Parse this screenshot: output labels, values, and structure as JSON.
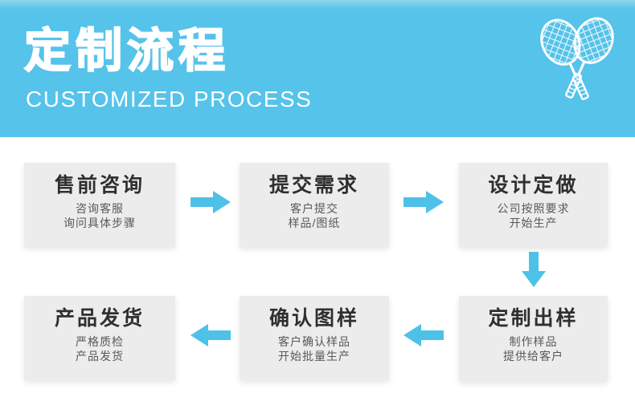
{
  "header": {
    "title": "定制流程",
    "subtitle": "CUSTOMIZED PROCESS",
    "background_color": "#55c3ea",
    "text_color": "#ffffff",
    "icon": "badminton-rackets-icon"
  },
  "flow": {
    "box_background": "#ececec",
    "arrow_color": "#4ec1e8",
    "title_color": "#2f2f2f",
    "subtitle_color": "#595959",
    "steps": [
      {
        "title": "售前咨询",
        "lines": [
          "咨询客服",
          "询问具体步骤"
        ]
      },
      {
        "title": "提交需求",
        "lines": [
          "客户提交",
          "样品/图纸"
        ]
      },
      {
        "title": "设计定做",
        "lines": [
          "公司按照要求",
          "开始生产"
        ]
      },
      {
        "title": "定制出样",
        "lines": [
          "制作样品",
          "提供给客户"
        ]
      },
      {
        "title": "确认图样",
        "lines": [
          "客户确认样品",
          "开始批量生产"
        ]
      },
      {
        "title": "产品发货",
        "lines": [
          "严格质检",
          "产品发货"
        ]
      }
    ]
  }
}
